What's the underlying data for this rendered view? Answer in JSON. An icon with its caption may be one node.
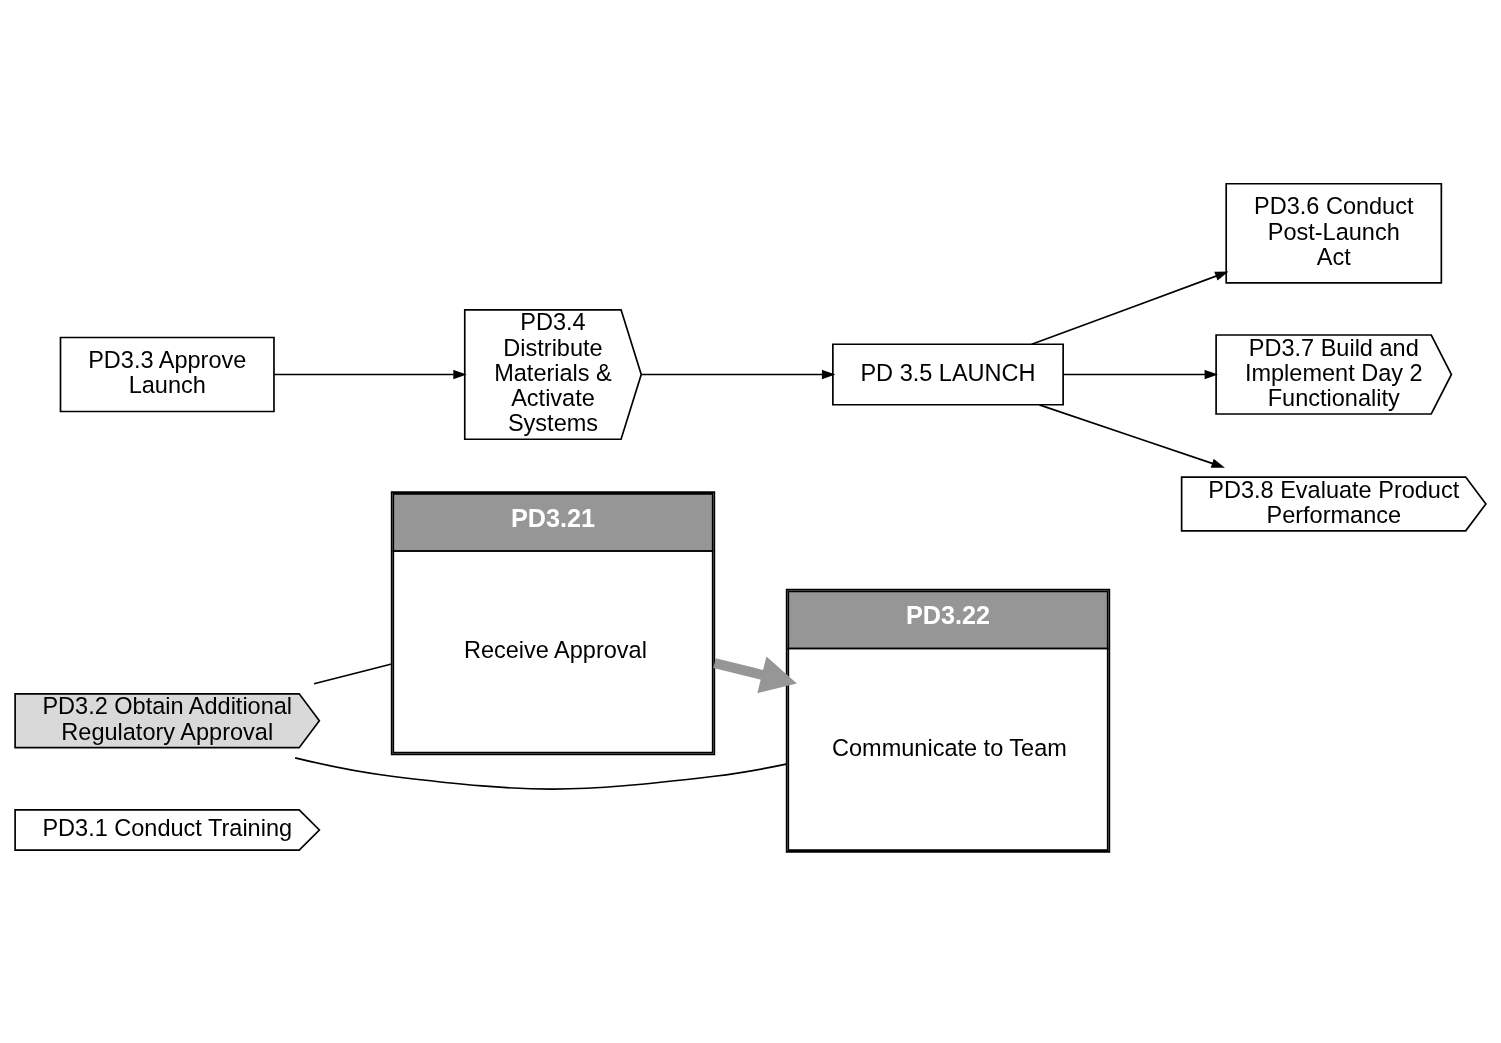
{
  "diagram": {
    "nodes": [
      {
        "text": [
          "PD3.1 Conduct Training"
        ]
      },
      {
        "text": [
          "PD3.2 Obtain Additional Regulatory Approval"
        ]
      },
      {
        "text": [
          "PD3.3 Approve Launch"
        ]
      },
      {
        "text": [
          "PD3.4 Distribute Materials & Activate Systems"
        ]
      },
      {
        "text": [
          "PD 3.5 LAUNCH"
        ]
      },
      {
        "text": [
          "PD3.6 Conduct Post-Launch Act"
        ]
      },
      {
        "text": [
          "PD3.7 Build and Implement Day 2 Functionality"
        ]
      },
      {
        "text": [
          "PD3.8 Evaluate Product Performance"
        ]
      },
      {
        "text": [
          "PD3.21",
          "Receive Approval"
        ]
      },
      {
        "text": [
          "PD3.22",
          "Communicate to Team"
        ]
      }
    ],
    "edges": [
      {
        "from": 2,
        "to": 3,
        "arrow": "to"
      },
      {
        "from": 3,
        "to": 4,
        "arrow": "to"
      },
      {
        "from": 4,
        "to": 5,
        "arrow": "to"
      },
      {
        "from": 4,
        "to": 6,
        "arrow": "to"
      },
      {
        "from": 4,
        "to": 7,
        "arrow": "to"
      },
      {
        "from": 1,
        "to": 8,
        "arrow": "none"
      },
      {
        "from": 1,
        "to": 9,
        "arrow": "none"
      },
      {
        "from": 8,
        "to": 9,
        "arrow": "to",
        "style": "thick",
        "color": "#969696"
      }
    ]
  }
}
